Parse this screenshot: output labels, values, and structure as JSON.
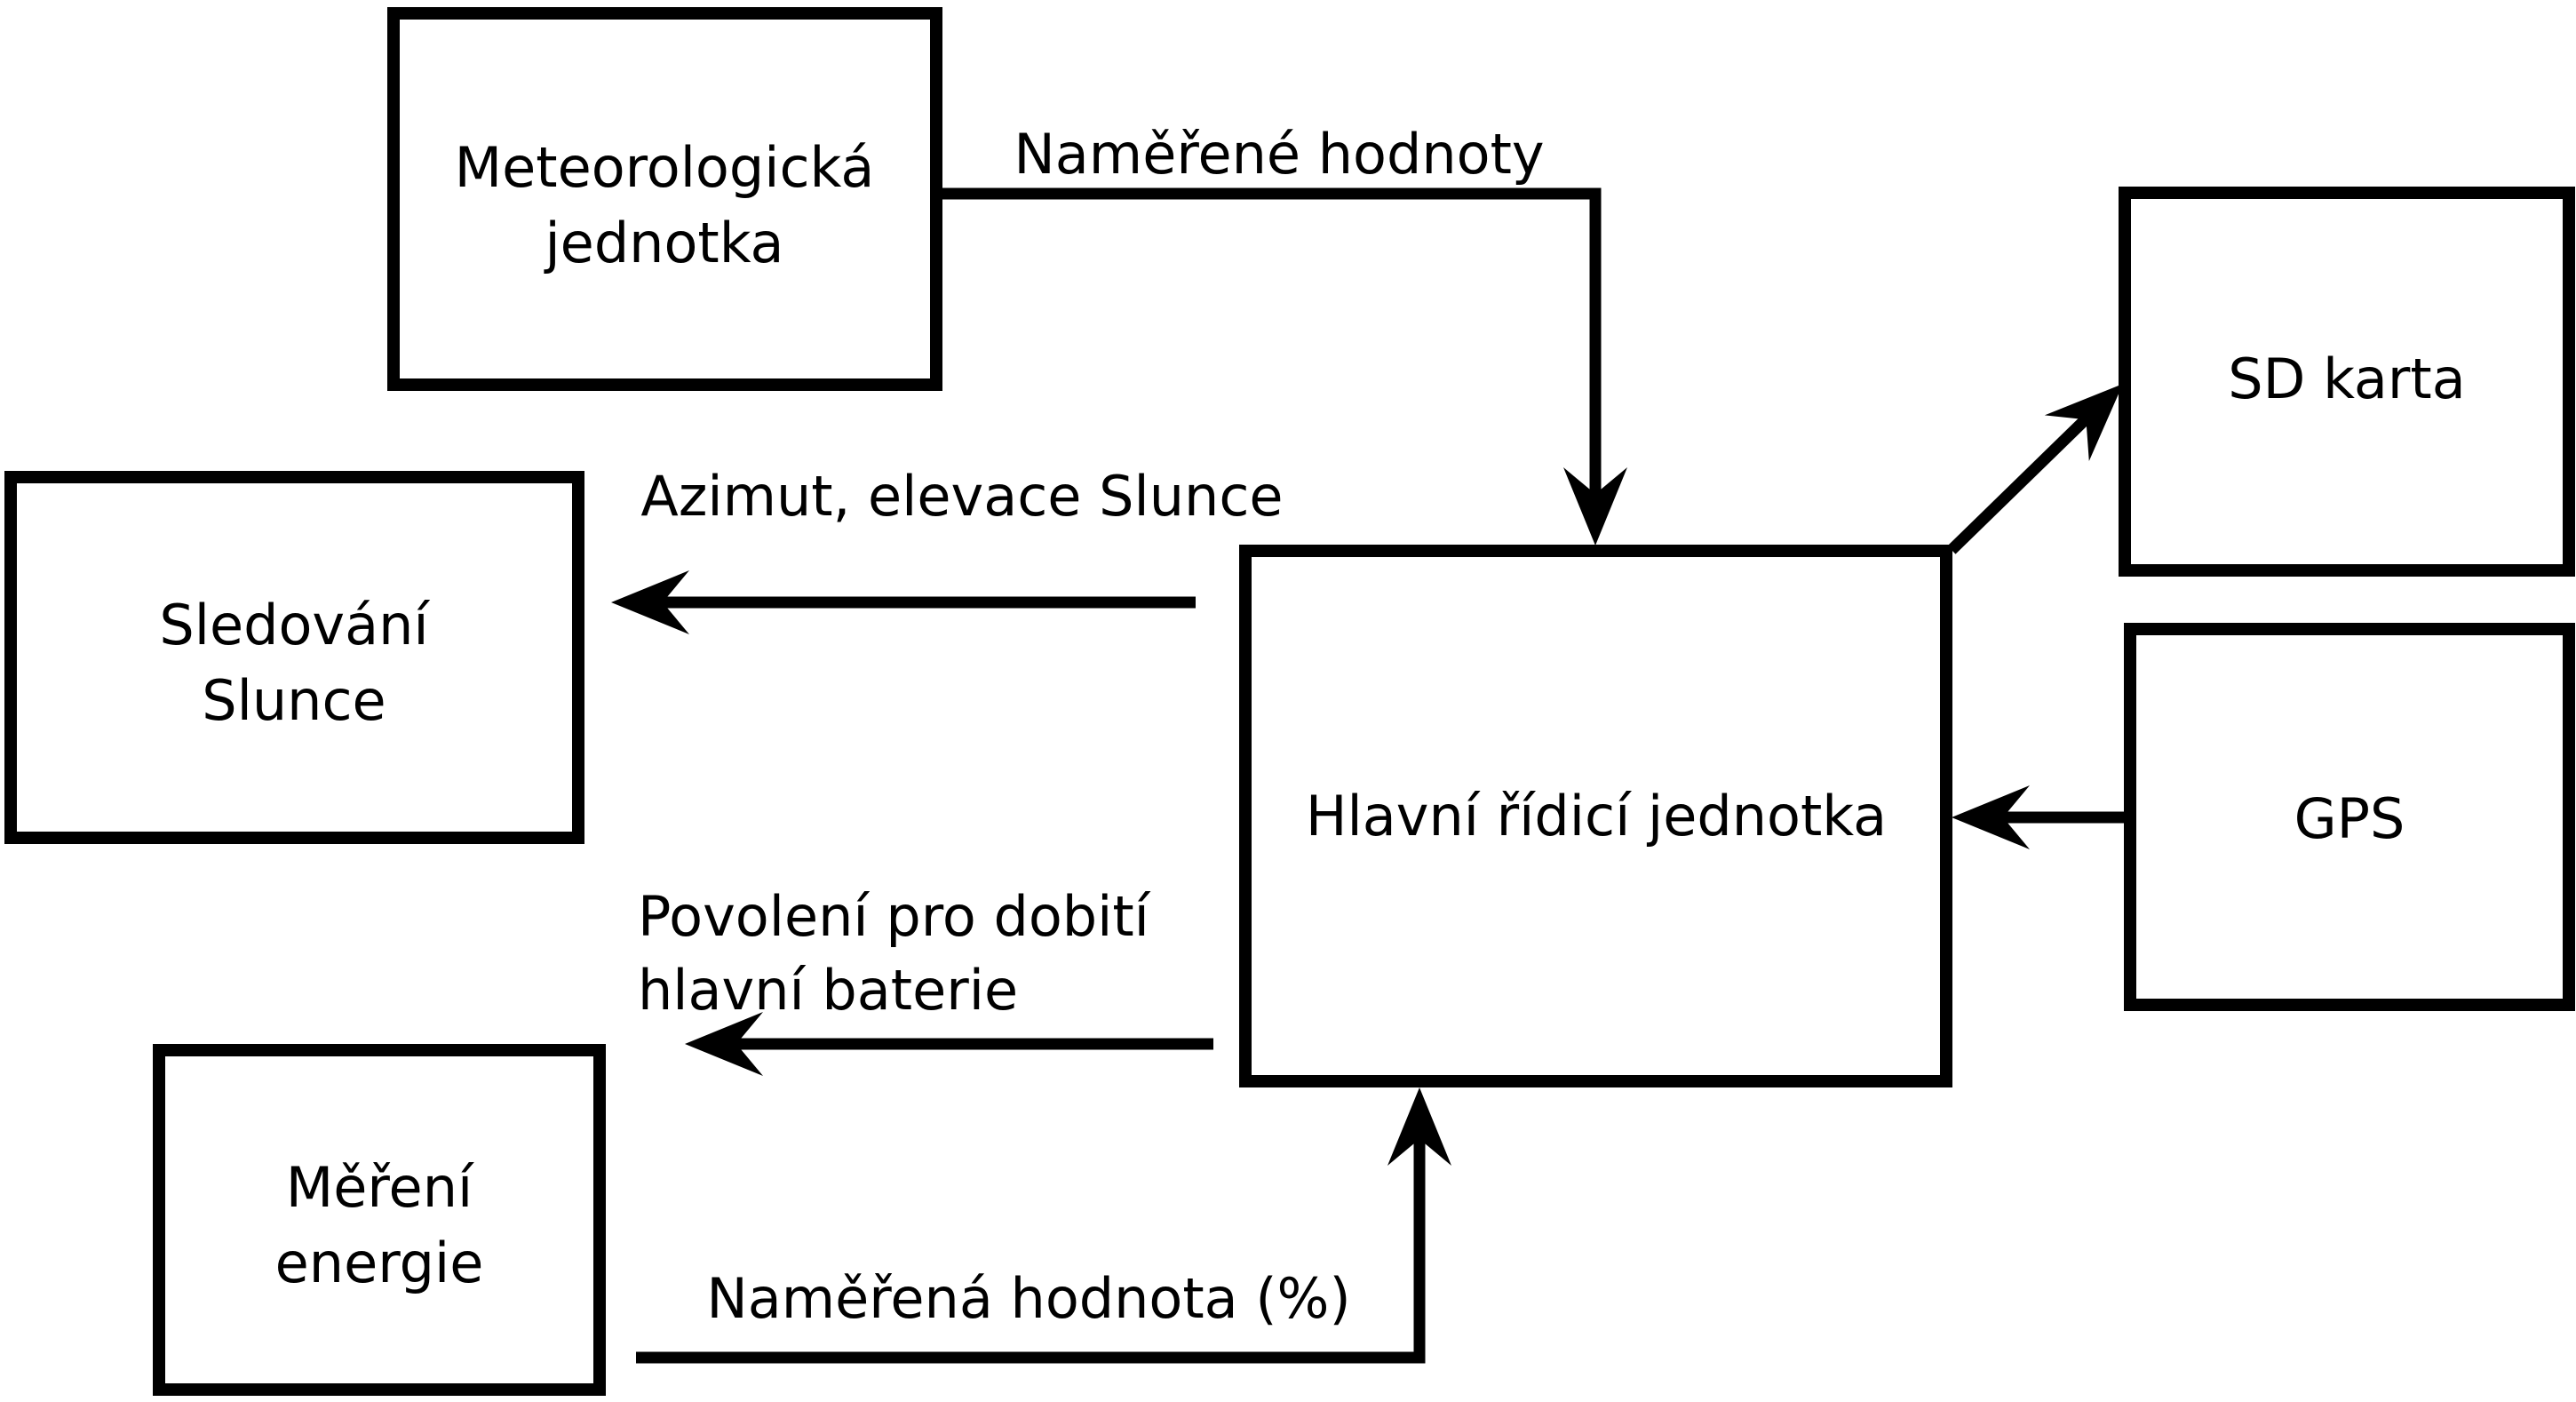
{
  "diagram": {
    "type": "block-diagram",
    "colors": {
      "ink": "#000000",
      "paper": "#ffffff"
    },
    "nodes": {
      "meteo": {
        "line1": "Meteorologická",
        "line2": "jednotka"
      },
      "sledovani": {
        "line1": "Sledování",
        "line2": "Slunce"
      },
      "mereni": {
        "line1": "Měření",
        "line2": "energie"
      },
      "main": {
        "label": "Hlavní řídicí jednotka"
      },
      "sd": {
        "label": "SD karta"
      },
      "gps": {
        "label": "GPS"
      }
    },
    "edges": {
      "meteo_to_main": {
        "from": "Meteorologická jednotka",
        "to": "Hlavní řídicí jednotka",
        "label": "Naměřené hodnoty"
      },
      "main_to_sledovani": {
        "from": "Hlavní řídicí jednotka",
        "to": "Sledování Slunce",
        "label": "Azimut, elevace Slunce"
      },
      "main_to_left": {
        "from": "Hlavní řídicí jednotka",
        "to": "",
        "label_line1": "Povolení pro dobití",
        "label_line2": "hlavní baterie"
      },
      "mereni_to_main": {
        "from": "Měření energie",
        "to": "Hlavní řídicí jednotka",
        "label": "Naměřená hodnota (%)"
      },
      "main_to_sd": {
        "from": "Hlavní řídicí jednotka",
        "to": "SD karta",
        "label": ""
      },
      "gps_to_main": {
        "from": "GPS",
        "to": "Hlavní řídicí jednotka",
        "label": ""
      }
    }
  }
}
